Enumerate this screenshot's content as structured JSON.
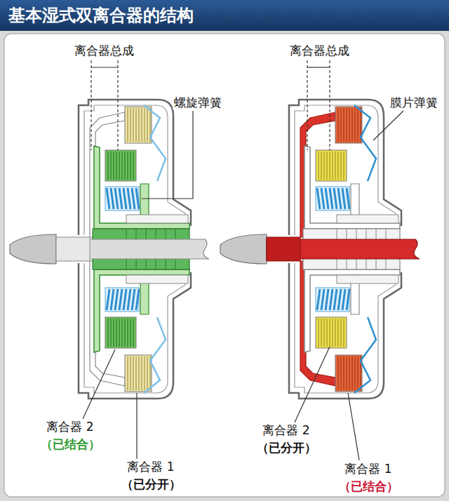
{
  "diagram": {
    "title": "基本湿式双离合器的结构",
    "labels": [
      "离合器总成",
      "螺旋弹簧",
      "离合器 2",
      "（已结合）",
      "离合器 1",
      "（已分开）",
      "离合器总成",
      "膜片弹簧",
      "离合器 2",
      "（已分开）",
      "离合器 1",
      "（已结合）"
    ]
  }
}
